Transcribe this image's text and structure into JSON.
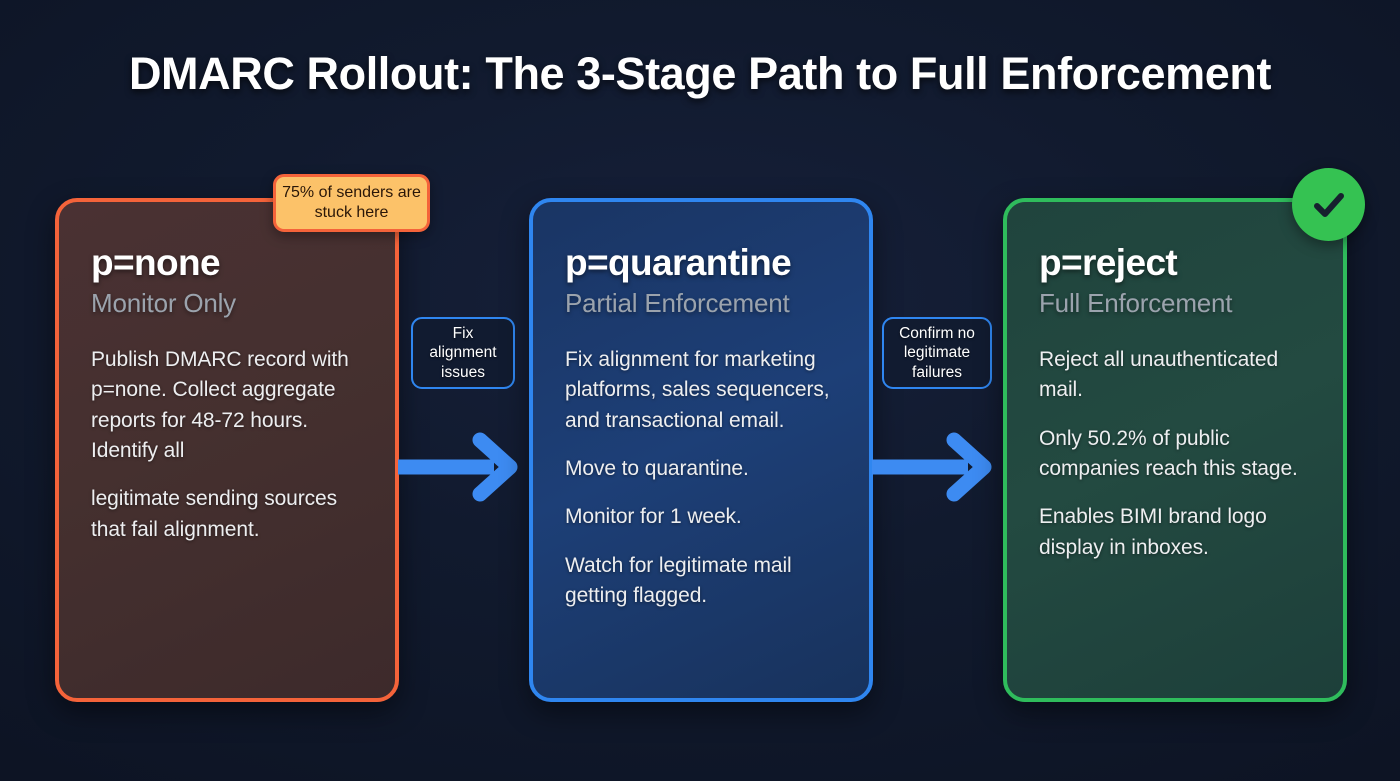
{
  "page": {
    "title": "DMARC Rollout: The 3-Stage Path to Full Enforcement",
    "background_color": "#101a2e"
  },
  "colors": {
    "stage_none_accent": "#f4633a",
    "stage_quarantine_accent": "#2f86f0",
    "stage_reject_accent": "#2fbc5c",
    "badge_callout_fill": "#fcc269",
    "badge_callout_border": "#f4633a",
    "badge_check_fill": "#35c252",
    "arrow_color": "#3d8bf2",
    "subtitle_text": "#9ba3ad",
    "body_text": "#edeef0"
  },
  "stages": [
    {
      "id": "p-none",
      "title": "p=none",
      "subtitle": "Monitor Only",
      "paragraphs": [
        "Publish DMARC record with p=none. Collect aggregate reports for 48-72 hours. Identify all",
        "legitimate sending sources that fail alignment."
      ]
    },
    {
      "id": "p-quarantine",
      "title": "p=quarantine",
      "subtitle": "Partial Enforcement",
      "paragraphs": [
        "Fix alignment for marketing platforms, sales sequencers, and transactional email.",
        "Move to quarantine.",
        "Monitor for 1 week.",
        "Watch for legitimate mail getting flagged."
      ]
    },
    {
      "id": "p-reject",
      "title": "p=reject",
      "subtitle": "Full Enforcement",
      "paragraphs": [
        "Reject all unauthenticated mail.",
        "Only 50.2% of public companies reach this stage.",
        "Enables BIMI brand logo display in inboxes."
      ]
    }
  ],
  "connectors": [
    {
      "id": "none-to-quarantine",
      "label": "Fix alignment issues"
    },
    {
      "id": "quarantine-to-reject",
      "label": "Confirm no legitimate failures"
    }
  ],
  "badges": {
    "callout": {
      "text": "75% of senders are stuck here",
      "attached_to": "p-none"
    },
    "check": {
      "icon": "check-icon",
      "attached_to": "p-reject"
    }
  }
}
